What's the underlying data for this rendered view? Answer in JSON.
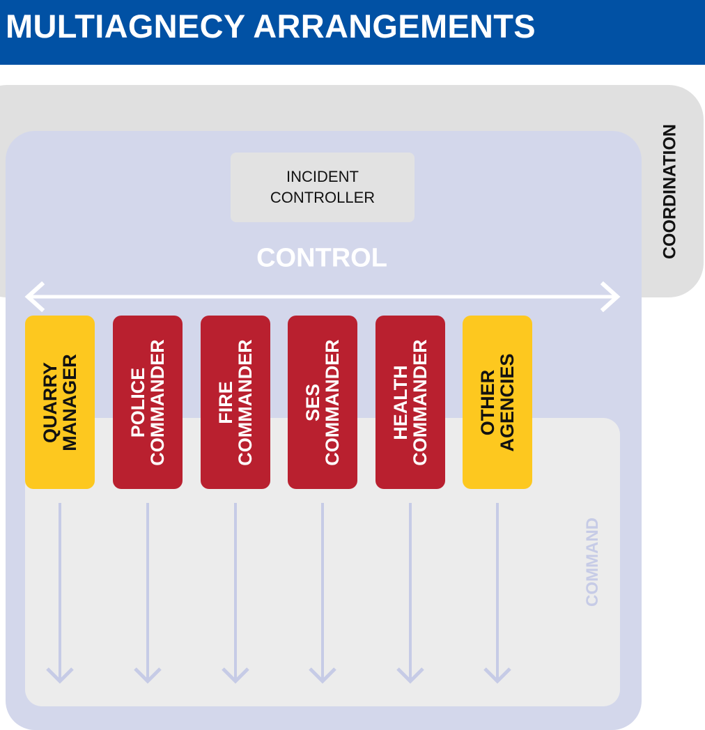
{
  "header": {
    "title": "MULTIAGNECY ARRANGEMENTS"
  },
  "coordination": {
    "label": "COORDINATION"
  },
  "control": {
    "label": "CONTROL",
    "incident_controller": {
      "line1": "INCIDENT",
      "line2": "CONTROLLER"
    }
  },
  "command": {
    "label": "COMMAND"
  },
  "agencies": [
    {
      "line1": "QUARRY",
      "line2": "MANAGER",
      "color": "#fdc81f"
    },
    {
      "line1": "POLICE",
      "line2": "COMMANDER",
      "color": "#b9202f"
    },
    {
      "line1": "FIRE",
      "line2": "COMMANDER",
      "color": "#b9202f"
    },
    {
      "line1": "SES",
      "line2": "COMMANDER",
      "color": "#b9202f"
    },
    {
      "line1": "HEALTH",
      "line2": "COMMANDER",
      "color": "#b9202f"
    },
    {
      "line1": "OTHER",
      "line2": "AGENCIES",
      "color": "#fdc81f"
    }
  ],
  "colors": {
    "header": "#0151a4",
    "coordination_bg": "#e0e0e0",
    "control_bg": "#d3d7eb",
    "command_bg": "#ececec",
    "command_arrow": "#c6cbe6"
  }
}
